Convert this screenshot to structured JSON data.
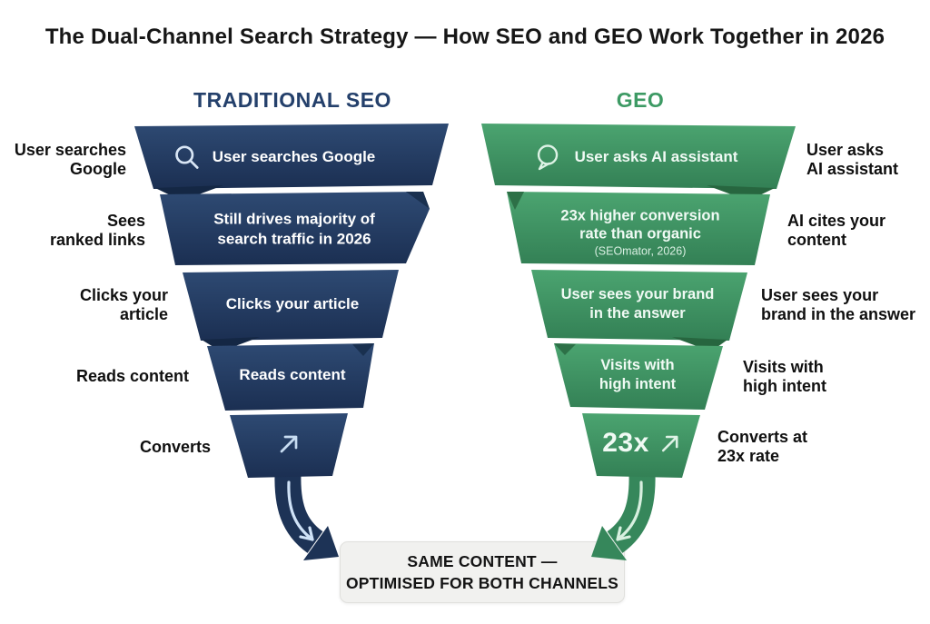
{
  "title": "The Dual-Channel Search Strategy — How SEO and GEO Work Together in 2026",
  "colors": {
    "seo_navy": "#24406b",
    "seo_funnel_top": "#2e4a73",
    "seo_funnel_bottom": "#1b2f52",
    "geo_green": "#3d9a64",
    "geo_funnel_top": "#4ba470",
    "geo_funnel_bottom": "#338055",
    "footer_bg": "#f1f1ef"
  },
  "seo": {
    "header": "TRADITIONAL SEO",
    "stages": [
      {
        "icon": "search-icon",
        "label": "User searches Google"
      },
      {
        "line1": "Still drives majority of",
        "line2": "search traffic in 2026"
      },
      {
        "label": "Clicks your article"
      },
      {
        "label": "Reads content"
      },
      {
        "icon": "up-right-arrow-icon",
        "label": ""
      }
    ],
    "side_labels": [
      {
        "line1": "User searches",
        "line2": "Google"
      },
      {
        "line1": "Sees",
        "line2": "ranked links"
      },
      {
        "line1": "Clicks your",
        "line2": "article"
      },
      {
        "line1": "Reads content"
      },
      {
        "line1": "Converts"
      }
    ]
  },
  "geo": {
    "header": "GEO",
    "stages": [
      {
        "icon": "speech-bubble-icon",
        "label": "User asks AI assistant"
      },
      {
        "line1": "23x higher conversion",
        "line2": "rate than organic",
        "source": "(SEOmator, 2026)"
      },
      {
        "line1": "User sees your brand",
        "line2": "in the answer"
      },
      {
        "line1": "Visits with",
        "line2": "high intent"
      },
      {
        "icon": "up-right-arrow-icon",
        "label": "23x"
      }
    ],
    "side_labels": [
      {
        "line1": "User asks",
        "line2": "AI assistant"
      },
      {
        "line1": "AI cites your",
        "line2": "content"
      },
      {
        "line1": "User sees your",
        "line2": "brand in the answer"
      },
      {
        "line1": "Visits with",
        "line2": "high intent"
      },
      {
        "line1": "Converts at",
        "line2": "23x rate"
      }
    ]
  },
  "footer": {
    "line1": "SAME CONTENT —",
    "line2": "OPTIMISED FOR BOTH CHANNELS"
  }
}
